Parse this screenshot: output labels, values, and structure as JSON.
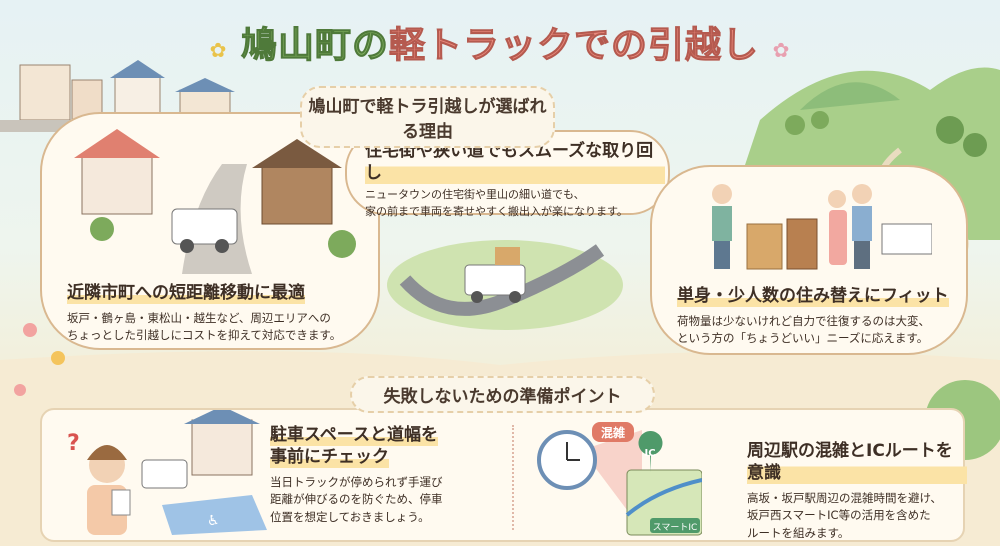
{
  "title": {
    "part1": "鳩山町の",
    "part2": "軽トラックでの引越し"
  },
  "reasons": {
    "heading": "鳩山町で軽トラ引越しが選ばれる理由",
    "items": [
      {
        "title": "住宅街や狭い道でもスムーズな取り回し",
        "lines": [
          "ニュータウンの住宅街や里山の細い道でも、",
          "家の前まで車両を寄せやすく搬出入が楽になります。"
        ]
      },
      {
        "title": "近隣市町への短距離移動に最適",
        "lines": [
          "坂戸・鶴ヶ島・東松山・越生など、周辺エリアへの",
          "ちょっとした引越しにコストを抑えて対応できます。"
        ]
      },
      {
        "title": "単身・少人数の住み替えにフィット",
        "lines": [
          "荷物量は少ないけれど自力で往復するのは大変、",
          "という方の「ちょうどいい」ニーズに応えます。"
        ]
      }
    ]
  },
  "points": {
    "heading": "失敗しないための準備ポイント",
    "items": [
      {
        "title_lines": [
          "駐車スペースと道幅を",
          "事前にチェック"
        ],
        "lines": [
          "当日トラックが停められず手運び",
          "距離が伸びるのを防ぐため、停車",
          "位置を想定しておきましょう。"
        ],
        "illustration_labels": {
          "question": "?"
        }
      },
      {
        "title": "周辺駅の混雑とICルートを意識",
        "lines": [
          "高坂・坂戸駅周辺の混雑時間を避け、",
          "坂戸西スマートIC等の活用を含めた",
          "ルートを組みます。"
        ],
        "illustration_labels": {
          "congestion": "混雑",
          "ic_pin": "IC",
          "smart_ic": "スマートIC"
        }
      }
    ]
  },
  "colors": {
    "title_green": "#7fae5e",
    "title_pink": "#ea8a7c",
    "highlight": "#fbe3a6",
    "bubble_border": "#d9b890"
  }
}
